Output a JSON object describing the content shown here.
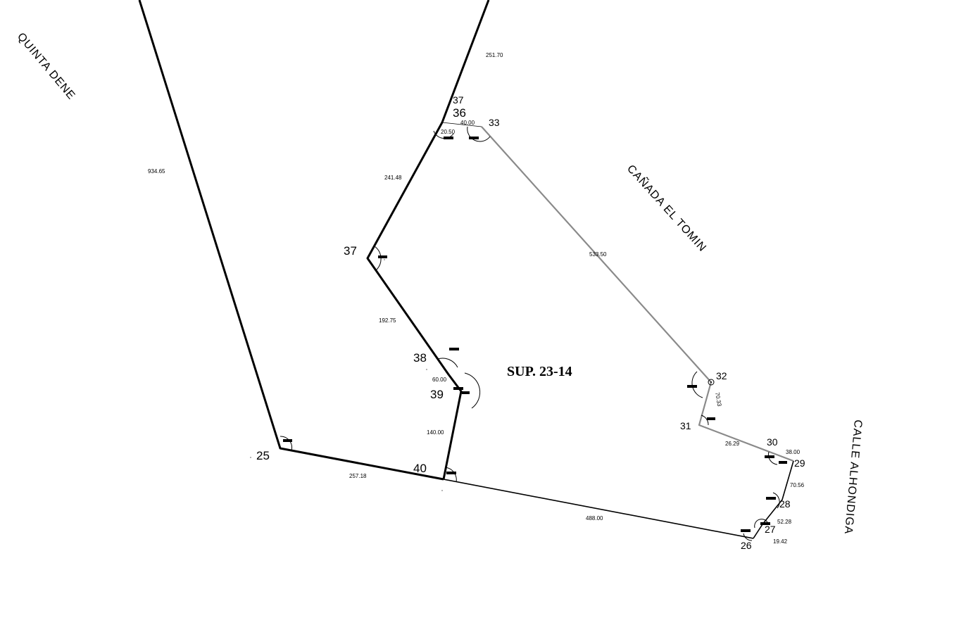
{
  "title": "SUP. 23-14",
  "streets": {
    "quinta_dene": "QUINTA DENE",
    "canada_el_tomin": "CAÑADA EL TOMIN",
    "calle_alhondiga": "CALLE ALHONDIGA"
  },
  "vertices": {
    "v37_top": "37",
    "v36": "36",
    "v33": "33",
    "v37": "37",
    "v38": "38",
    "v39": "39",
    "v40": "40",
    "v25": "25",
    "v32": "32",
    "v31": "31",
    "v30": "30",
    "v29": "29",
    "v28": "28",
    "v27": "27",
    "v26": "26"
  },
  "distances": {
    "d_251_70": "251.70",
    "d_934_65": "934.65",
    "d_20_50": "20.50",
    "d_40_00": "40.00",
    "d_241_48": "241.48",
    "d_533_50": "533.50",
    "d_192_75": "192.75",
    "d_60_00": "60.00",
    "d_140_00": "140.00",
    "d_257_18": "257.18",
    "d_488_00": "488.00",
    "d_70_33": "70.33",
    "d_26_29": "26.29",
    "d_38_00": "38.00",
    "d_70_56": "70.56",
    "d_52_28": "52.28",
    "d_19_42": "19.42"
  },
  "colors": {
    "boundary": "#000000",
    "boundary_gray": "#8a8a8a",
    "background": "#ffffff"
  }
}
